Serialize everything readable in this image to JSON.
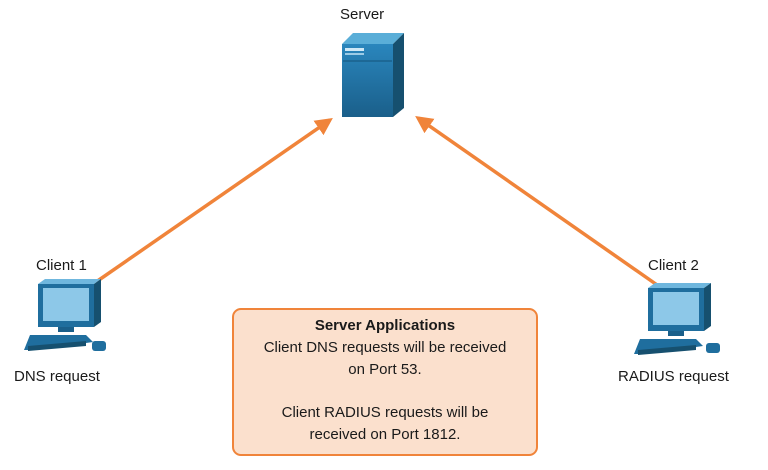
{
  "nodes": {
    "server": {
      "label": "Server",
      "icon": "server-icon"
    },
    "client1": {
      "label": "Client 1",
      "caption": "DNS request",
      "icon": "computer-icon"
    },
    "client2": {
      "label": "Client 2",
      "caption": "RADIUS request",
      "icon": "computer-icon"
    }
  },
  "connections": [
    {
      "from": "client1",
      "to": "server"
    },
    {
      "from": "client2",
      "to": "server"
    }
  ],
  "info_box": {
    "title": "Server Applications",
    "lines": [
      "Client DNS requests will be received",
      "on Port 53.",
      "Client RADIUS requests will be",
      "received on Port 1812."
    ]
  },
  "colors": {
    "arrow": "#f0843a",
    "device_blue": "#1f6e9e",
    "box_fill": "#fbe0cd",
    "box_border": "#f0843a"
  }
}
